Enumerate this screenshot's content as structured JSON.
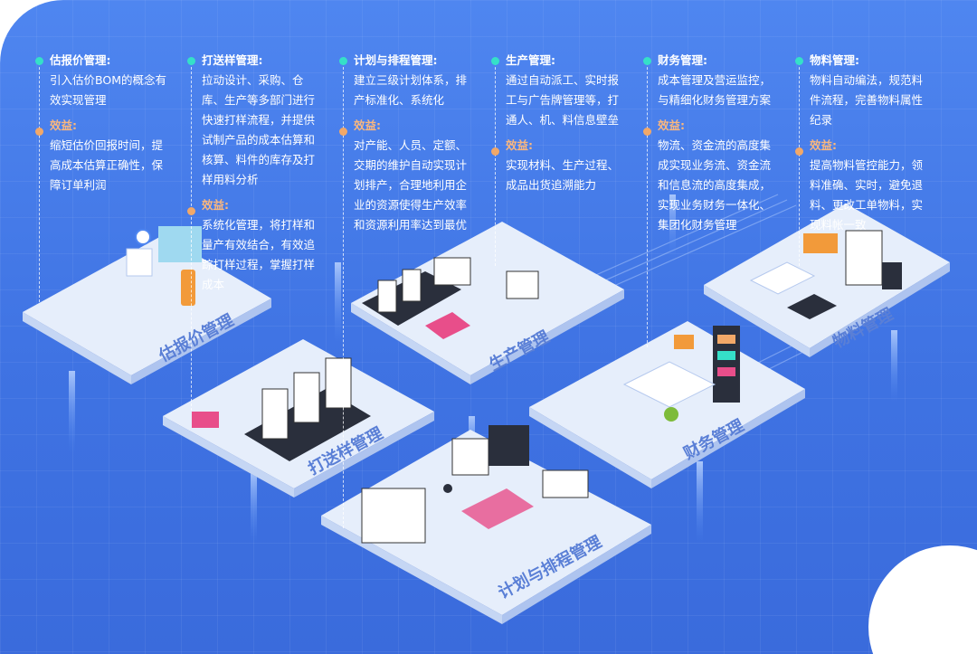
{
  "modules": [
    {
      "title": "估报价管理:",
      "desc": "引入估价BOM的概念有效实现管理",
      "benefit_label": "效益:",
      "benefit": "缩短估价回报时间，提高成本估算正确性，保障订单利润",
      "platform_label": "估报价管理"
    },
    {
      "title": "打送样管理:",
      "desc": "拉动设计、采购、仓库、生产等多部门进行快速打样流程，并提供试制产品的成本估算和核算、料件的库存及打样用料分析",
      "benefit_label": "效益:",
      "benefit": "系统化管理，将打样和量产有效结合，有效追踪打样过程，掌握打样成本",
      "platform_label": "打送样管理"
    },
    {
      "title": "计划与排程管理:",
      "desc": "建立三级计划体系，排产标准化、系统化",
      "benefit_label": "效益:",
      "benefit": "对产能、人员、定额、交期的维护自动实现计划排产，合理地利用企业的资源使得生产效率和资源利用率达到最优",
      "platform_label": "计划与排程管理"
    },
    {
      "title": "生产管理:",
      "desc": "通过自动派工、实时报工与广告牌管理等，打通人、机、料信息壁垒",
      "benefit_label": "效益:",
      "benefit": "实现材料、生产过程、成品出货追溯能力",
      "platform_label": "生产管理"
    },
    {
      "title": "财务管理:",
      "desc": "成本管理及营运监控，与精细化财务管理方案",
      "benefit_label": "效益:",
      "benefit": "物流、资金流的高度集成实现业务流、资金流和信息流的高度集成，实现业务财务一体化、集团化财务管理",
      "platform_label": "财务管理"
    },
    {
      "title": "物料管理:",
      "desc": "物料自动编法，规范料件流程，完善物料属性纪录",
      "benefit_label": "效益:",
      "benefit": "提高物料管控能力，领料准确、实时，避免退料、更改工单物料，实现料帐一致",
      "platform_label": "物料管理"
    }
  ],
  "colors": {
    "teal_dot": "#35e0c8",
    "orange_dot": "#f2a868",
    "benefit_label": "#f9b77f",
    "background": "#4a7fe8",
    "platform_top": "#e6eefb",
    "platform_label": "#5a7fd6"
  }
}
